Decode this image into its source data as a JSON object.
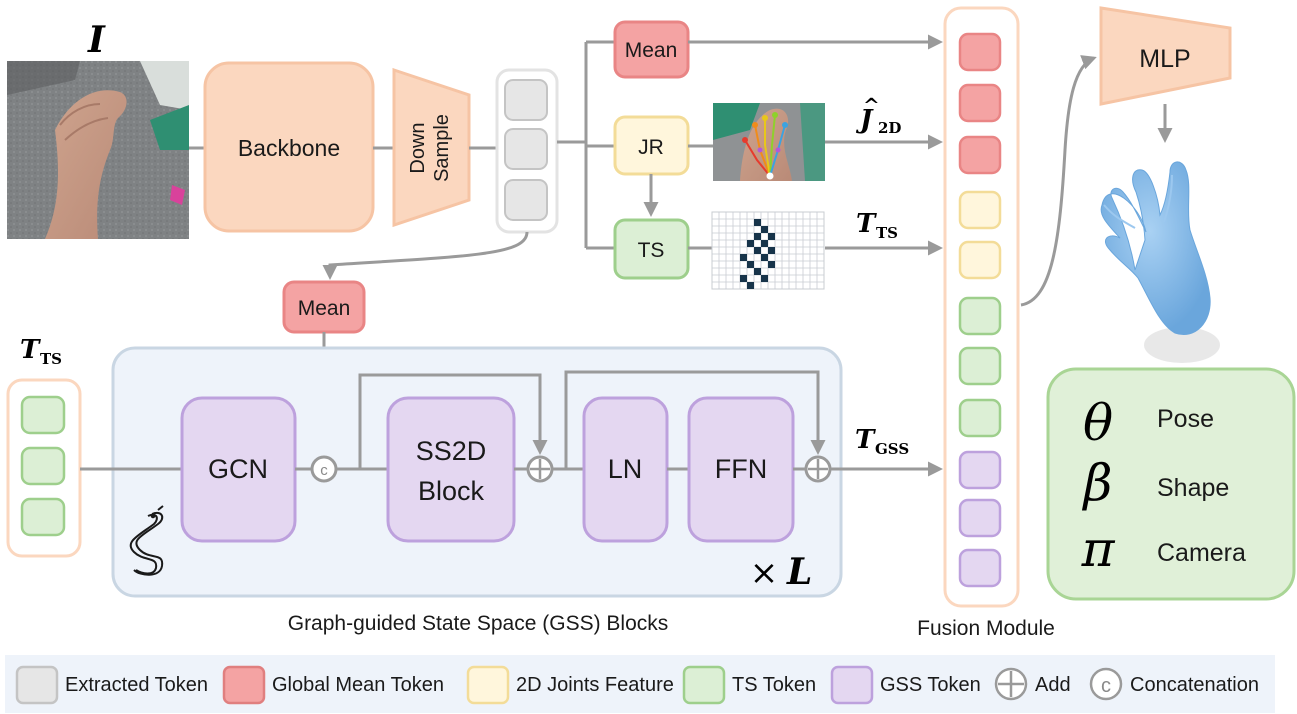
{
  "input": {
    "symbol": "I"
  },
  "backbone": {
    "label": "Backbone"
  },
  "downsample": {
    "line1": "Down",
    "line2": "Sample"
  },
  "mean_top": {
    "label": "Mean"
  },
  "mean_mid": {
    "label": "Mean"
  },
  "jr": {
    "label": "JR"
  },
  "ts": {
    "label": "TS"
  },
  "labels": {
    "j2d_main": "J",
    "j2d_hat": "^",
    "j2d_sub": "2D",
    "tts_main": "T",
    "tts_sub": "TS",
    "tgss_main": "T",
    "tgss_sub": "GSS",
    "left_tts_main": "T",
    "left_tts_sub": "TS"
  },
  "gss": {
    "gcn": "GCN",
    "ss2d_line1": "SS2D",
    "ss2d_line2": "Block",
    "ln": "LN",
    "ffn": "FFN",
    "concat_symbol": "c",
    "repeat_times": "×",
    "repeat_L": "L",
    "caption": "Graph-guided State Space (GSS) Blocks"
  },
  "fusion": {
    "caption": "Fusion Module"
  },
  "mlp": {
    "label": "MLP"
  },
  "outputs": [
    {
      "symbol": "θ",
      "label": "Pose"
    },
    {
      "symbol": "β",
      "label": "Shape"
    },
    {
      "symbol": "π",
      "label": "Camera"
    }
  ],
  "legend": [
    {
      "label": "Extracted Token",
      "fill": "#e6e6e6",
      "stroke": "#c4c4c4"
    },
    {
      "label": "Global Mean Token",
      "fill": "#f4a3a3",
      "stroke": "#e07f7f"
    },
    {
      "label": "2D Joints Feature",
      "fill": "#fff6dc",
      "stroke": "#f3dc98"
    },
    {
      "label": "TS Token",
      "fill": "#dcefd5",
      "stroke": "#9ecf8c"
    },
    {
      "label": "GSS Token",
      "fill": "#e4d7f1",
      "stroke": "#bda1dd"
    },
    {
      "label": "Add",
      "symbol": "add"
    },
    {
      "label": "Concatenation",
      "symbol": "concat"
    }
  ],
  "colors": {
    "arrow": "#9a9a9a",
    "backbone_fill": "#fbd7bf",
    "backbone_stroke": "#f6c4a4",
    "mean_fill": "#f4a3a3",
    "mean_stroke": "#e98585",
    "jr_fill": "#fff6dc",
    "jr_stroke": "#f3dc98",
    "ts_fill": "#dcefd5",
    "ts_stroke": "#9ecf8c",
    "gss_fill": "#e4d7f1",
    "gss_stroke": "#bda1dd",
    "gss_panel_fill": "#eef3fa",
    "gss_panel_stroke": "#c9d6e3",
    "output_panel_fill": "#e0f0d8",
    "output_panel_stroke": "#a9d595",
    "hand_mesh": "#7fb6e6",
    "legend_bg": "#eef3fa"
  }
}
